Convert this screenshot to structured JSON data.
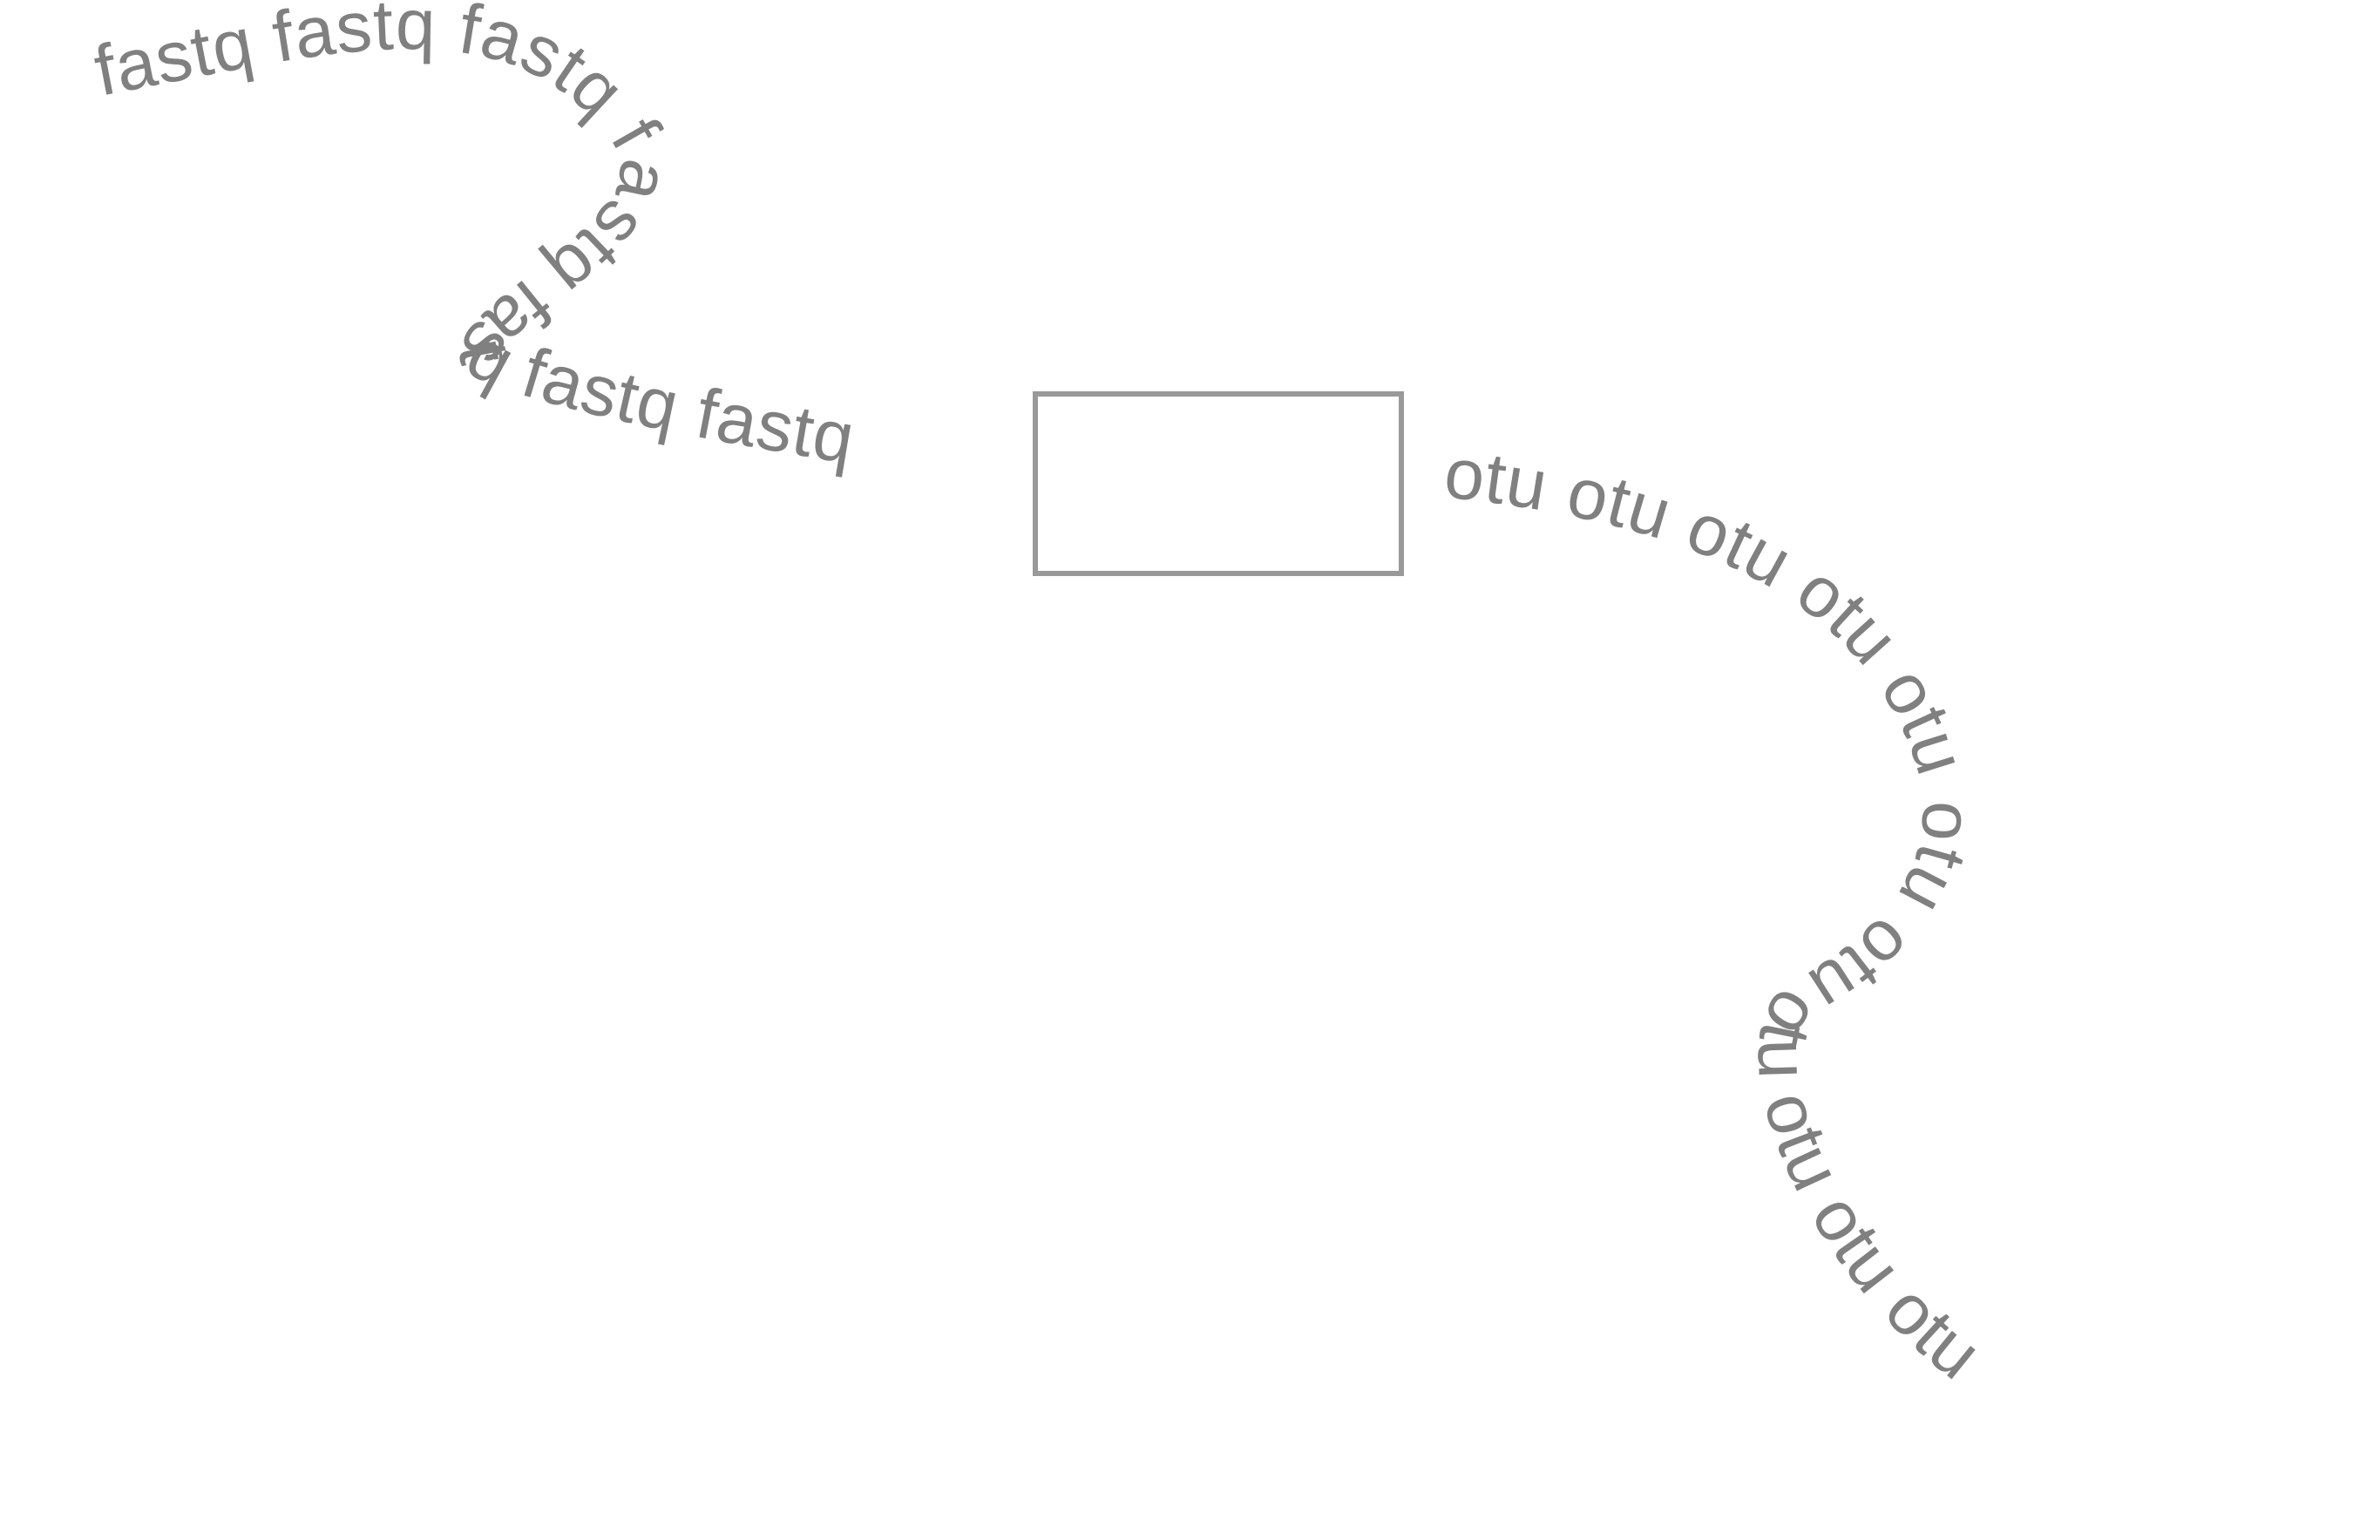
{
  "diagram": {
    "input_stream": {
      "words": [
        "fastq",
        "fastq",
        "fastq",
        "fastq",
        "fastq",
        "fastq",
        "fastq"
      ]
    },
    "output_stream": {
      "words": [
        "otu",
        "otu",
        "otu",
        "otu",
        "otu",
        "otu",
        "otu",
        "otu",
        "otu",
        "otu",
        "otu"
      ]
    },
    "colors": {
      "text": "#808080",
      "box_stroke": "#999999",
      "background": "#ffffff"
    }
  }
}
